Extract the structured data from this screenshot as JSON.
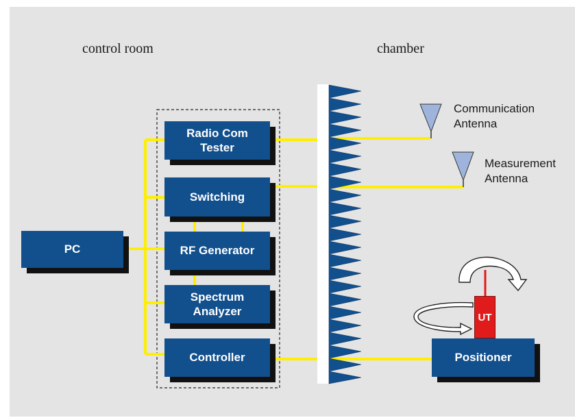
{
  "headings": {
    "control_room": "control room",
    "chamber": "chamber"
  },
  "boxes": {
    "pc": "PC",
    "radio_com_tester": "Radio Com\nTester",
    "switching": "Switching",
    "rf_generator": "RF Generator",
    "spectrum_analyzer": "Spectrum\nAnalyzer",
    "controller": "Controller",
    "positioner": "Positioner"
  },
  "antennas": {
    "communication": "Communication\nAntenna",
    "measurement": "Measurement\nAntenna"
  },
  "ut_label": "UT",
  "colors": {
    "background": "#e4e4e4",
    "box": "#124f8d",
    "cable": "#ffee00",
    "absorber": "#124f8d",
    "antenna": "#9fb4dc",
    "ut": "#e01b1b"
  }
}
